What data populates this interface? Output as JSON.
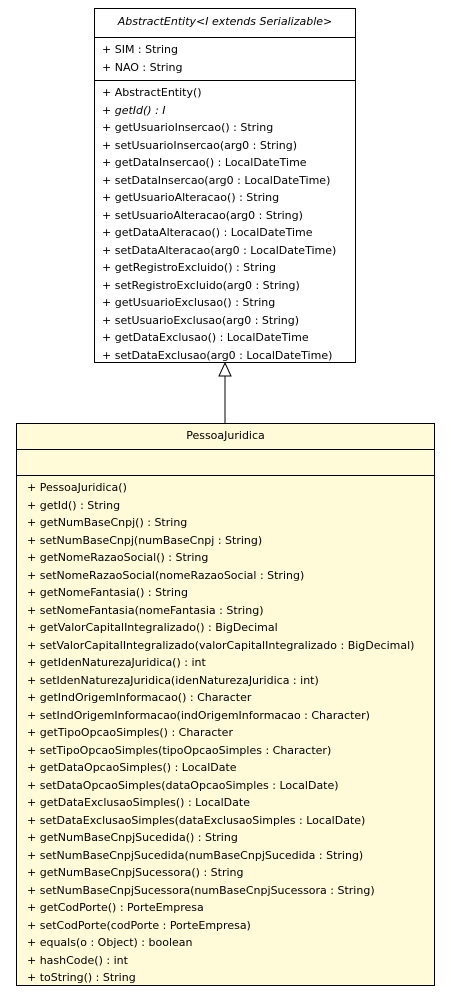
{
  "colors": {
    "border": "#000000",
    "abstract_fill": "#ffffff",
    "concrete_fill": "#fffad8",
    "page_background": "#ffffff"
  },
  "abstract_class": {
    "name": "AbstractEntity<I extends Serializable>",
    "attributes": [
      "+ SIM : String",
      "+ NAO : String"
    ],
    "operations": [
      {
        "text": "+ AbstractEntity()",
        "italic": false
      },
      {
        "text": "+ getId() : I",
        "italic": true
      },
      {
        "text": "+ getUsuarioInsercao() : String",
        "italic": false
      },
      {
        "text": "+ setUsuarioInsercao(arg0 : String)",
        "italic": false
      },
      {
        "text": "+ getDataInsercao() : LocalDateTime",
        "italic": false
      },
      {
        "text": "+ setDataInsercao(arg0 : LocalDateTime)",
        "italic": false
      },
      {
        "text": "+ getUsuarioAlteracao() : String",
        "italic": false
      },
      {
        "text": "+ setUsuarioAlteracao(arg0 : String)",
        "italic": false
      },
      {
        "text": "+ getDataAlteracao() : LocalDateTime",
        "italic": false
      },
      {
        "text": "+ setDataAlteracao(arg0 : LocalDateTime)",
        "italic": false
      },
      {
        "text": "+ getRegistroExcluido() : String",
        "italic": false
      },
      {
        "text": "+ setRegistroExcluido(arg0 : String)",
        "italic": false
      },
      {
        "text": "+ getUsuarioExclusao() : String",
        "italic": false
      },
      {
        "text": "+ setUsuarioExclusao(arg0 : String)",
        "italic": false
      },
      {
        "text": "+ getDataExclusao() : LocalDateTime",
        "italic": false
      },
      {
        "text": "+ setDataExclusao(arg0 : LocalDateTime)",
        "italic": false
      }
    ]
  },
  "concrete_class": {
    "name": "PessoaJuridica",
    "attributes": [],
    "operations": [
      "+ PessoaJuridica()",
      "+ getId() : String",
      "+ getNumBaseCnpj() : String",
      "+ setNumBaseCnpj(numBaseCnpj : String)",
      "+ getNomeRazaoSocial() : String",
      "+ setNomeRazaoSocial(nomeRazaoSocial : String)",
      "+ getNomeFantasia() : String",
      "+ setNomeFantasia(nomeFantasia : String)",
      "+ getValorCapitalIntegralizado() : BigDecimal",
      "+ setValorCapitalIntegralizado(valorCapitalIntegralizado : BigDecimal)",
      "+ getIdenNaturezaJuridica() : int",
      "+ setIdenNaturezaJuridica(idenNaturezaJuridica : int)",
      "+ getIndOrigemInformacao() : Character",
      "+ setIndOrigemInformacao(indOrigemInformacao : Character)",
      "+ getTipoOpcaoSimples() : Character",
      "+ setTipoOpcaoSimples(tipoOpcaoSimples : Character)",
      "+ getDataOpcaoSimples() : LocalDate",
      "+ setDataOpcaoSimples(dataOpcaoSimples : LocalDate)",
      "+ getDataExclusaoSimples() : LocalDate",
      "+ setDataExclusaoSimples(dataExclusaoSimples : LocalDate)",
      "+ getNumBaseCnpjSucedida() : String",
      "+ setNumBaseCnpjSucedida(numBaseCnpjSucedida : String)",
      "+ getNumBaseCnpjSucessora() : String",
      "+ setNumBaseCnpjSucessora(numBaseCnpjSucessora : String)",
      "+ getCodPorte() : PorteEmpresa",
      "+ setCodPorte(codPorte : PorteEmpresa)",
      "+ equals(o : Object) : boolean",
      "+ hashCode() : int",
      "+ toString() : String"
    ]
  }
}
